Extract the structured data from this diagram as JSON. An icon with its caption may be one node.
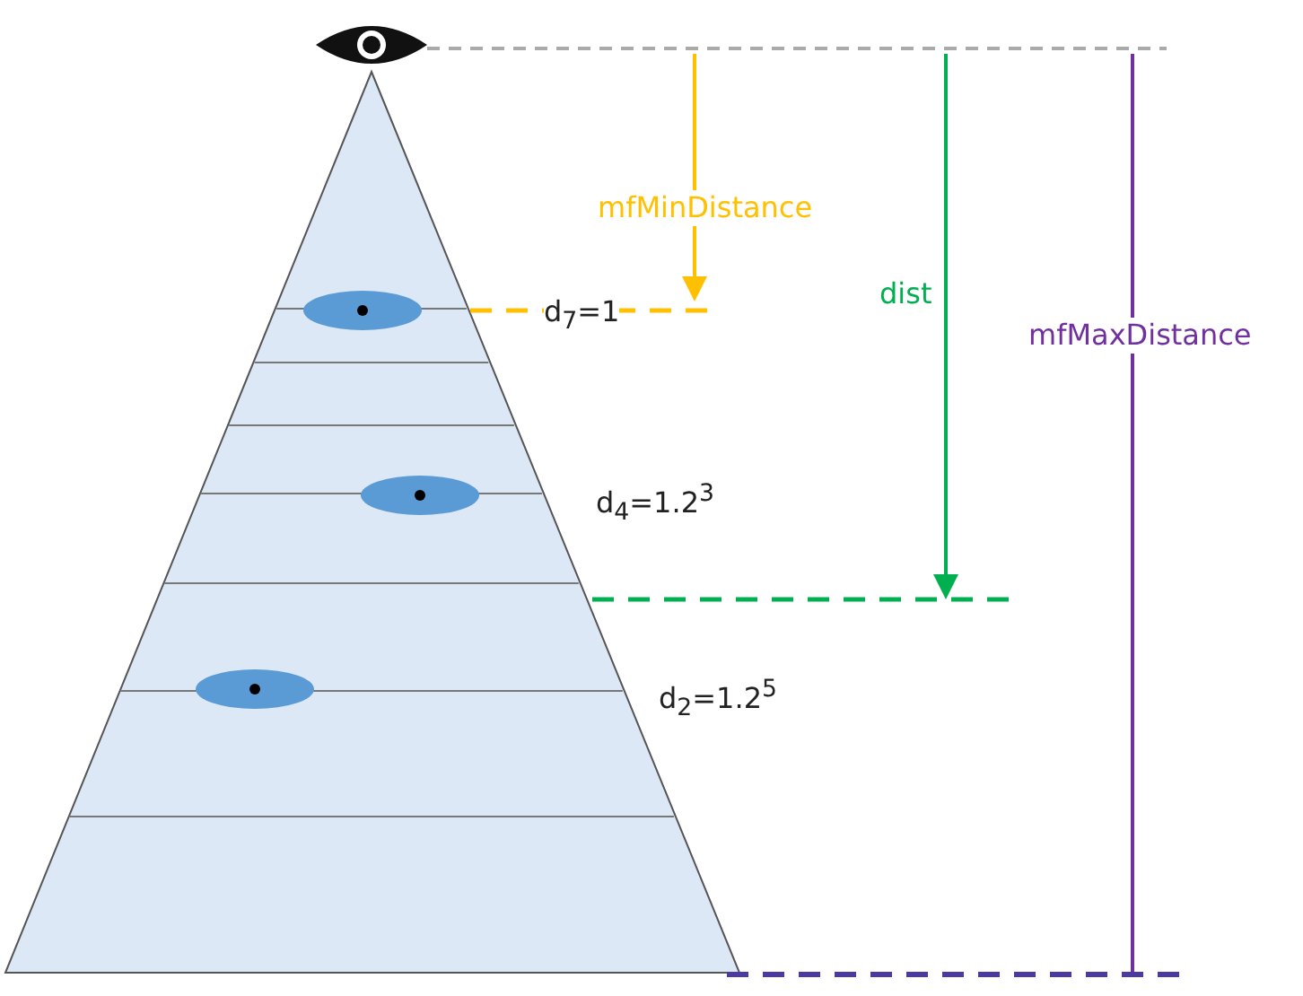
{
  "diagram": {
    "labels": [
      "mfMinDistance",
      "dist",
      "mfMaxDistance",
      "d$_{7}$=1",
      "d$_{4}$=1.2$^{3}$",
      "d$_{2}$=1.2$^{5}$"
    ]
  }
}
